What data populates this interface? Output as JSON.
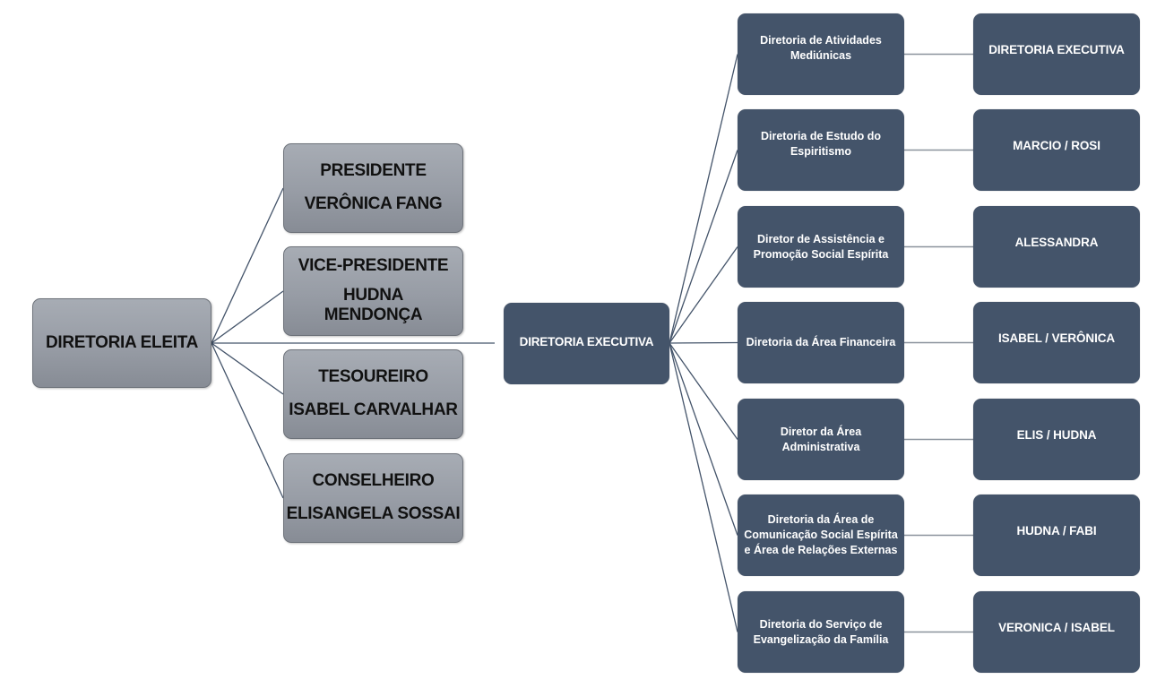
{
  "colors": {
    "elected_box": "#979ca5",
    "executive_box": "#44546a",
    "connector": "#44546a",
    "connector_light": "#8a929c"
  },
  "root": {
    "label": "DIRETORIA ELEITA"
  },
  "elected": [
    {
      "role": "PRESIDENTE",
      "name": "VERÔNICA FANG"
    },
    {
      "role": "VICE-PRESIDENTE",
      "name_line1": "HUDNA",
      "name_line2": "MENDONÇA"
    },
    {
      "role": "TESOUREIRO",
      "name": "ISABEL CARVALHAR"
    },
    {
      "role": "CONSELHEIRO",
      "name": "ELISANGELA SOSSAI"
    }
  ],
  "executive": {
    "label": "DIRETORIA EXECUTIVA"
  },
  "departments": [
    {
      "name": "Diretoria de Atividades Mediúnicas",
      "assignee": "DIRETORIA EXECUTIVA"
    },
    {
      "name": "Diretoria de Estudo do Espiritismo",
      "assignee": "MARCIO / ROSI"
    },
    {
      "name": "Diretor de Assistência e Promoção Social Espírita",
      "assignee": "ALESSANDRA"
    },
    {
      "name": "Diretoria da Área Financeira",
      "assignee": "ISABEL / VERÔNICA"
    },
    {
      "name": "Diretor da Área Administrativa",
      "assignee": "ELIS / HUDNA"
    },
    {
      "name": "Diretoria da Área de Comunicação Social Espírita e Área de Relações Externas",
      "assignee": "HUDNA / FABI"
    },
    {
      "name": "Diretoria do Serviço de Evangelização da Família",
      "assignee": "VERONICA / ISABEL"
    }
  ]
}
